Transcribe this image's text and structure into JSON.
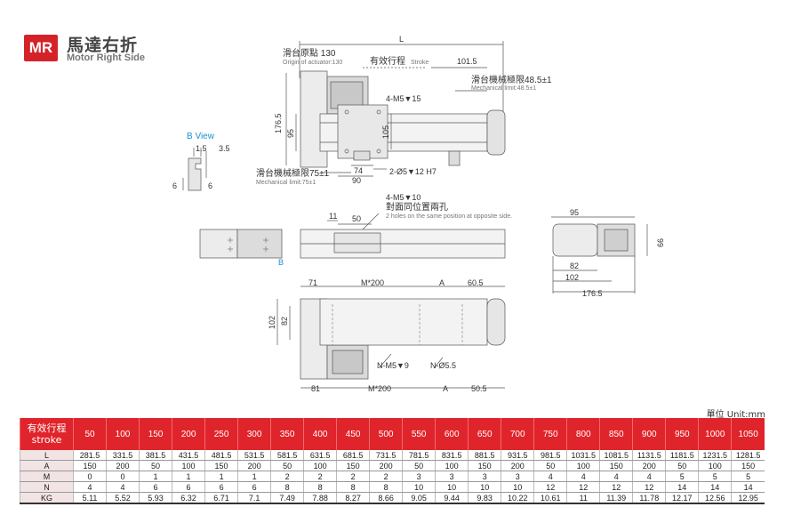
{
  "header": {
    "badge": "MR",
    "title_zh": "馬達右折",
    "title_en": "Motor Right Side"
  },
  "drawing": {
    "L": "L",
    "origin_zh": "滑台原點 130",
    "origin_en": "Origin of actuator:130",
    "stroke_zh": "有效行程",
    "stroke_en": "Stroke",
    "dim_101_5": "101.5",
    "mech_limit_right_zh": "滑台機械極限48.5±1",
    "mech_limit_right_en": "Mechanical limit:48.5±1",
    "hole_top": "4-M5▼15",
    "dim_176_5_v": "176.5",
    "dim_95_v": "95",
    "dim_105": "105",
    "b_view": "B View",
    "dim_1_5": "1.5",
    "dim_3_5": "3.5",
    "dim_6a": "6",
    "dim_6b": "6",
    "mech_limit_left_zh": "滑台機械極限75±1",
    "mech_limit_left_en": "Mechanical limit:75±1",
    "dim_74": "74",
    "dim_90": "90",
    "pin_hole": "2-Ø5▼12 H7",
    "side_holes": "4-M5▼10",
    "side_holes_zh": "對面同位置兩孔",
    "side_holes_en": "2 holes on the same position at opposite side.",
    "dim_11": "11",
    "dim_50": "50",
    "b_arrow": "B",
    "dim_95_h": "95",
    "dim_66": "66",
    "dim_82_h": "82",
    "dim_102_h": "102",
    "dim_176_5_h": "176.5",
    "dim_71": "71",
    "dim_m200_top": "M*200",
    "dim_a_top": "A",
    "dim_60_5": "60.5",
    "dim_102_v": "102",
    "dim_82_v": "82",
    "n_m5": "N-M5▼9",
    "n_d55": "N-Ø5.5",
    "dim_81": "81",
    "dim_m200_bot": "M*200",
    "dim_a_bot": "A",
    "dim_50_5": "50.5"
  },
  "unit_label": "單位 Unit:mm",
  "table": {
    "header_zh": "有效行程",
    "header_en": "stroke",
    "strokes": [
      "50",
      "100",
      "150",
      "200",
      "250",
      "300",
      "350",
      "400",
      "450",
      "500",
      "550",
      "600",
      "650",
      "700",
      "750",
      "800",
      "850",
      "900",
      "950",
      "1000",
      "1050"
    ],
    "rows": [
      {
        "label": "L",
        "values": [
          "281.5",
          "331.5",
          "381.5",
          "431.5",
          "481.5",
          "531.5",
          "581.5",
          "631.5",
          "681.5",
          "731.5",
          "781.5",
          "831.5",
          "881.5",
          "931.5",
          "981.5",
          "1031.5",
          "1081.5",
          "1131.5",
          "1181.5",
          "1231.5",
          "1281.5"
        ]
      },
      {
        "label": "A",
        "values": [
          "150",
          "200",
          "50",
          "100",
          "150",
          "200",
          "50",
          "100",
          "150",
          "200",
          "50",
          "100",
          "150",
          "200",
          "50",
          "100",
          "150",
          "200",
          "50",
          "100",
          "150"
        ]
      },
      {
        "label": "M",
        "values": [
          "0",
          "0",
          "1",
          "1",
          "1",
          "1",
          "2",
          "2",
          "2",
          "2",
          "3",
          "3",
          "3",
          "3",
          "4",
          "4",
          "4",
          "4",
          "5",
          "5",
          "5"
        ]
      },
      {
        "label": "N",
        "values": [
          "4",
          "4",
          "6",
          "6",
          "6",
          "6",
          "8",
          "8",
          "8",
          "8",
          "10",
          "10",
          "10",
          "10",
          "12",
          "12",
          "12",
          "12",
          "14",
          "14",
          "14"
        ]
      },
      {
        "label": "KG",
        "values": [
          "5.11",
          "5.52",
          "5.93",
          "6.32",
          "6.71",
          "7.1",
          "7.49",
          "7.88",
          "8.27",
          "8.66",
          "9.05",
          "9.44",
          "9.83",
          "10.22",
          "10.61",
          "11",
          "11.39",
          "11.78",
          "12.17",
          "12.56",
          "12.95"
        ]
      }
    ]
  },
  "colors": {
    "accent": "#e0242b",
    "b_view": "#1a8fd6"
  }
}
